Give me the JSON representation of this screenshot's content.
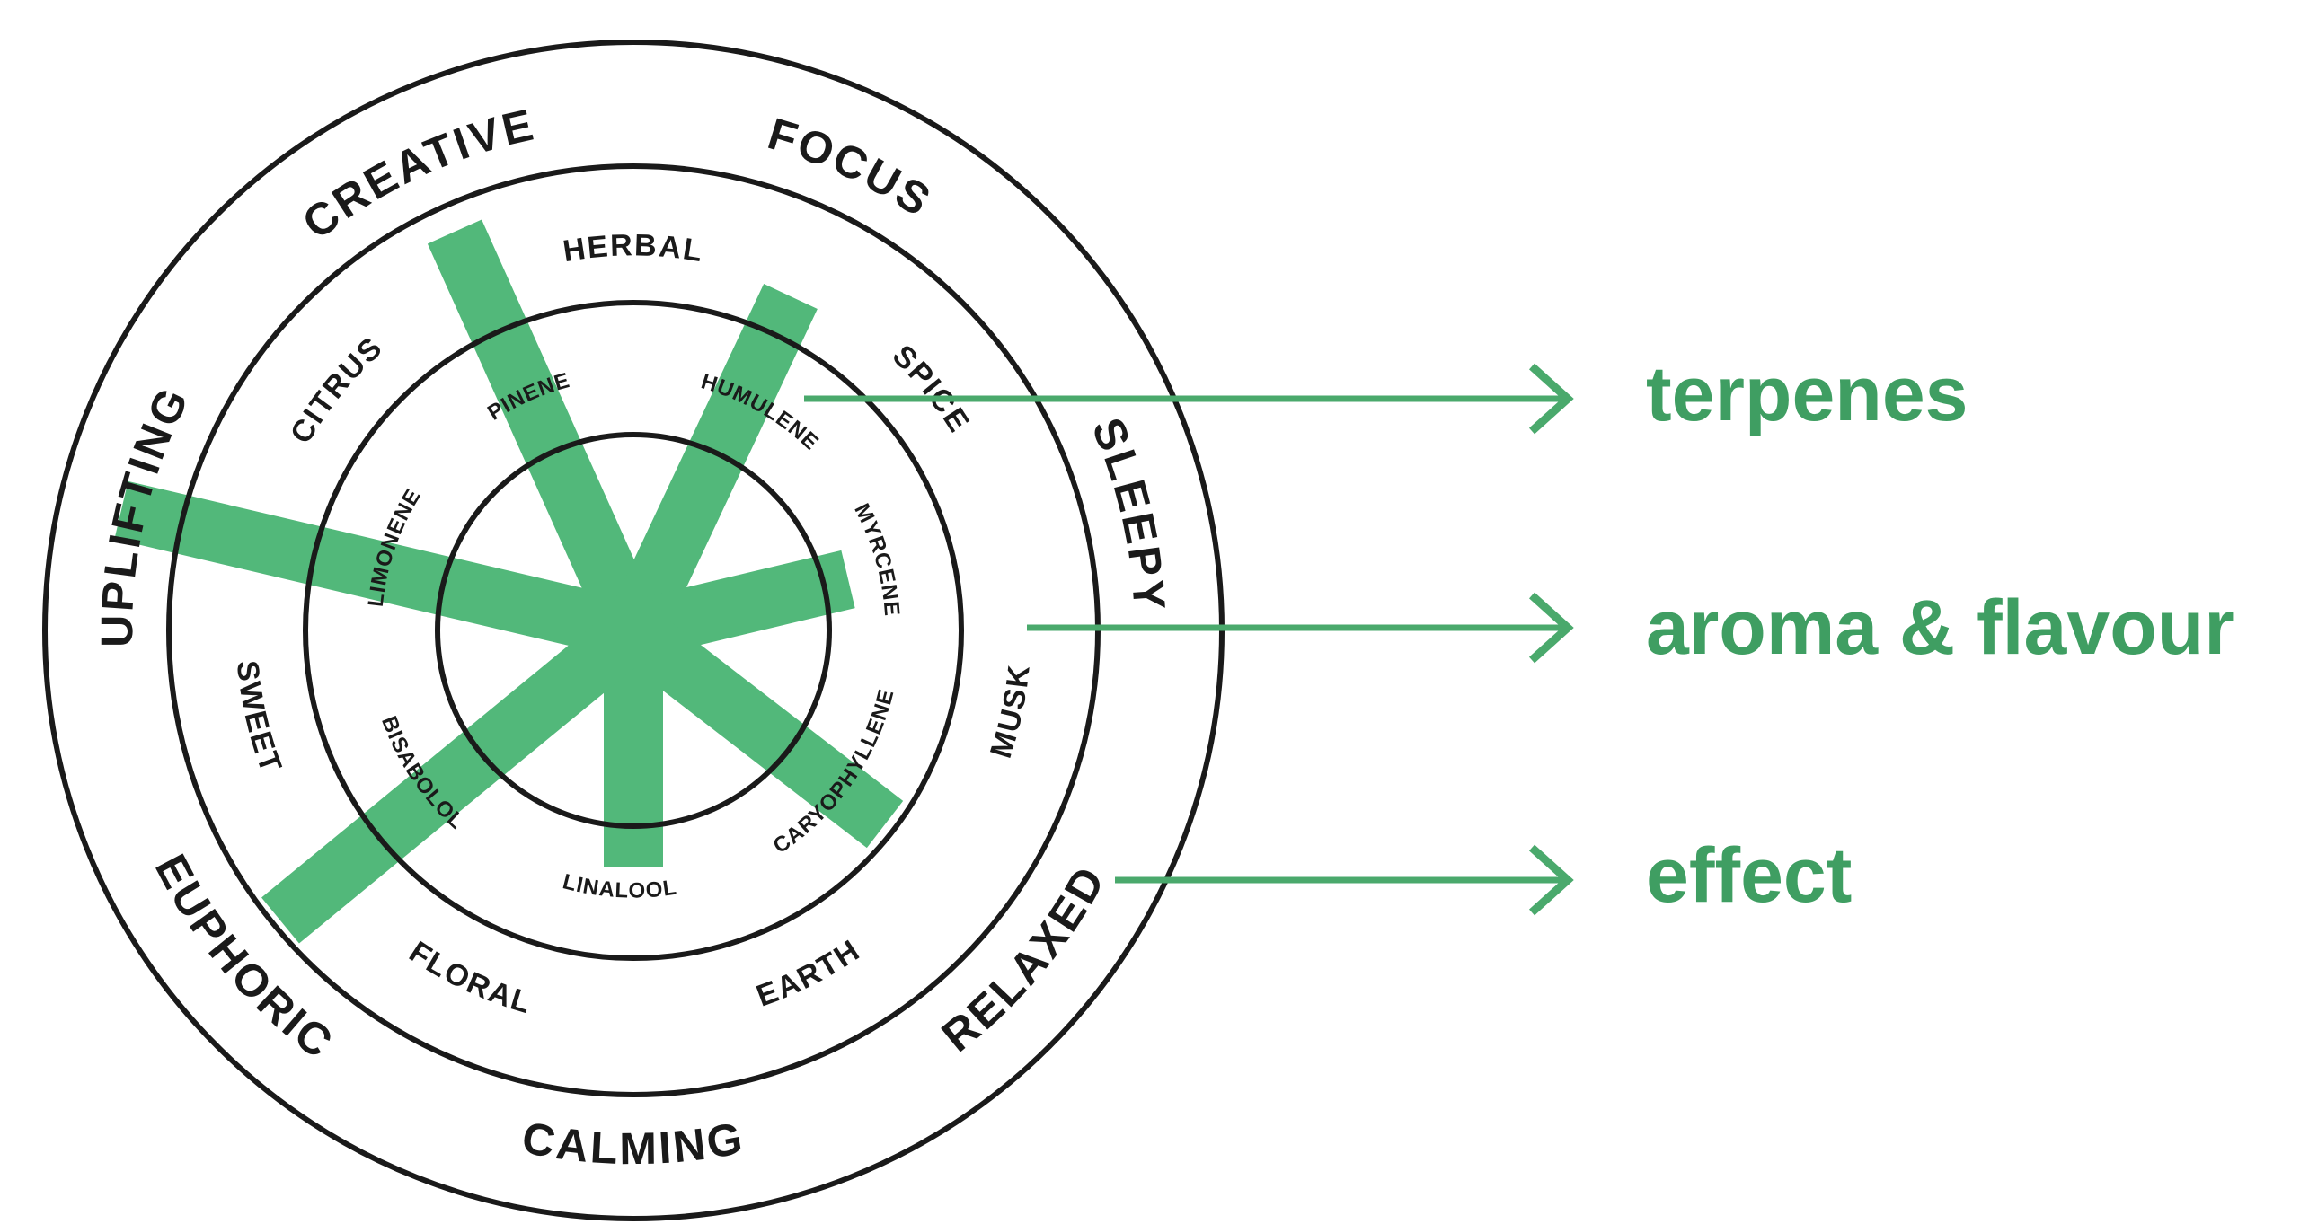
{
  "colors": {
    "bar": "#52b87a",
    "arrow": "#4aa96c",
    "legend_text": "#3f9e62",
    "ring": "#1a1a1a"
  },
  "effects": [
    "CREATIVE",
    "FOCUS",
    "SLEEPY",
    "RELAXED",
    "CALMING",
    "EUPHORIC",
    "UPLIFTING"
  ],
  "aromas": [
    "HERBAL",
    "SPICE",
    "MUSK",
    "EARTH",
    "FLORAL",
    "SWEET",
    "CITRUS"
  ],
  "terpenes": [
    "PINENE",
    "HUMULENE",
    "MYRCENE",
    "CARYOPHYLLENE",
    "LINALOOL",
    "BISABOLOL",
    "LIMONENE"
  ],
  "legend": {
    "terpenes": "terpenes",
    "aroma": "aroma & flavour",
    "effect": "effect"
  }
}
